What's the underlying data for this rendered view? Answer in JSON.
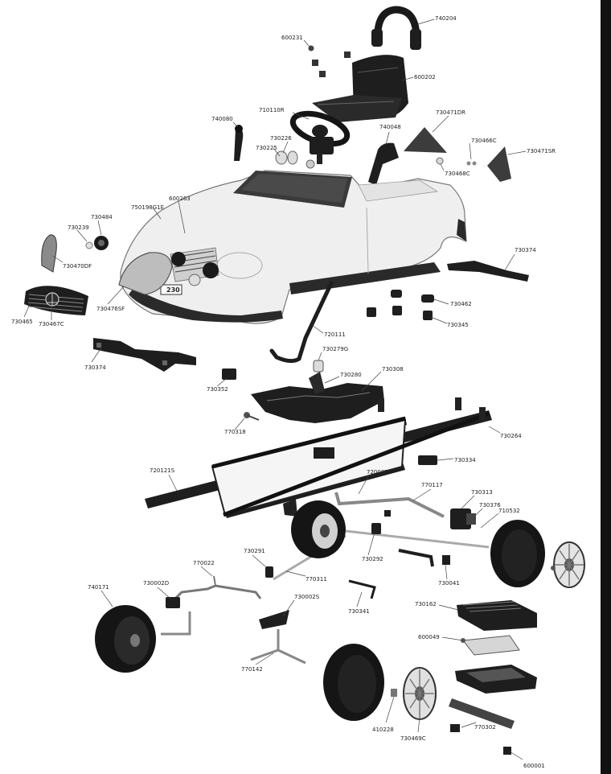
{
  "diagram": {
    "parts": [
      {
        "number": "740204"
      },
      {
        "number": "600231"
      },
      {
        "number": "600202"
      },
      {
        "number": "710110R"
      },
      {
        "number": "740080"
      },
      {
        "number": "730226"
      },
      {
        "number": "730225"
      },
      {
        "number": "740048"
      },
      {
        "number": "730471DR"
      },
      {
        "number": "730466C"
      },
      {
        "number": "730468C"
      },
      {
        "number": "730471SR"
      },
      {
        "number": "600263"
      },
      {
        "number": "750198G1E"
      },
      {
        "number": "730484"
      },
      {
        "number": "730239"
      },
      {
        "number": "730470DF"
      },
      {
        "number": "730476SF"
      },
      {
        "number": "730465"
      },
      {
        "number": "730467C"
      },
      {
        "number": "730374"
      },
      {
        "number": "730462"
      },
      {
        "number": "730345"
      },
      {
        "number": "720111"
      },
      {
        "number": "730374"
      },
      {
        "number": "730279G"
      },
      {
        "number": "730280"
      },
      {
        "number": "730308"
      },
      {
        "number": "730352"
      },
      {
        "number": "770318"
      },
      {
        "number": "730264"
      },
      {
        "number": "730334"
      },
      {
        "number": "720121S"
      },
      {
        "number": "720087"
      },
      {
        "number": "770117"
      },
      {
        "number": "730313"
      },
      {
        "number": "730376"
      },
      {
        "number": "710532"
      },
      {
        "number": "730291"
      },
      {
        "number": "730292"
      },
      {
        "number": "770311"
      },
      {
        "number": "770022"
      },
      {
        "number": "730041"
      },
      {
        "number": "740171"
      },
      {
        "number": "730002D"
      },
      {
        "number": "730002S"
      },
      {
        "number": "730341"
      },
      {
        "number": "730162"
      },
      {
        "number": "770142"
      },
      {
        "number": "600049"
      },
      {
        "number": "410228"
      },
      {
        "number": "730469C"
      },
      {
        "number": "770302"
      },
      {
        "number": "600001"
      }
    ],
    "plate_text": "230"
  }
}
